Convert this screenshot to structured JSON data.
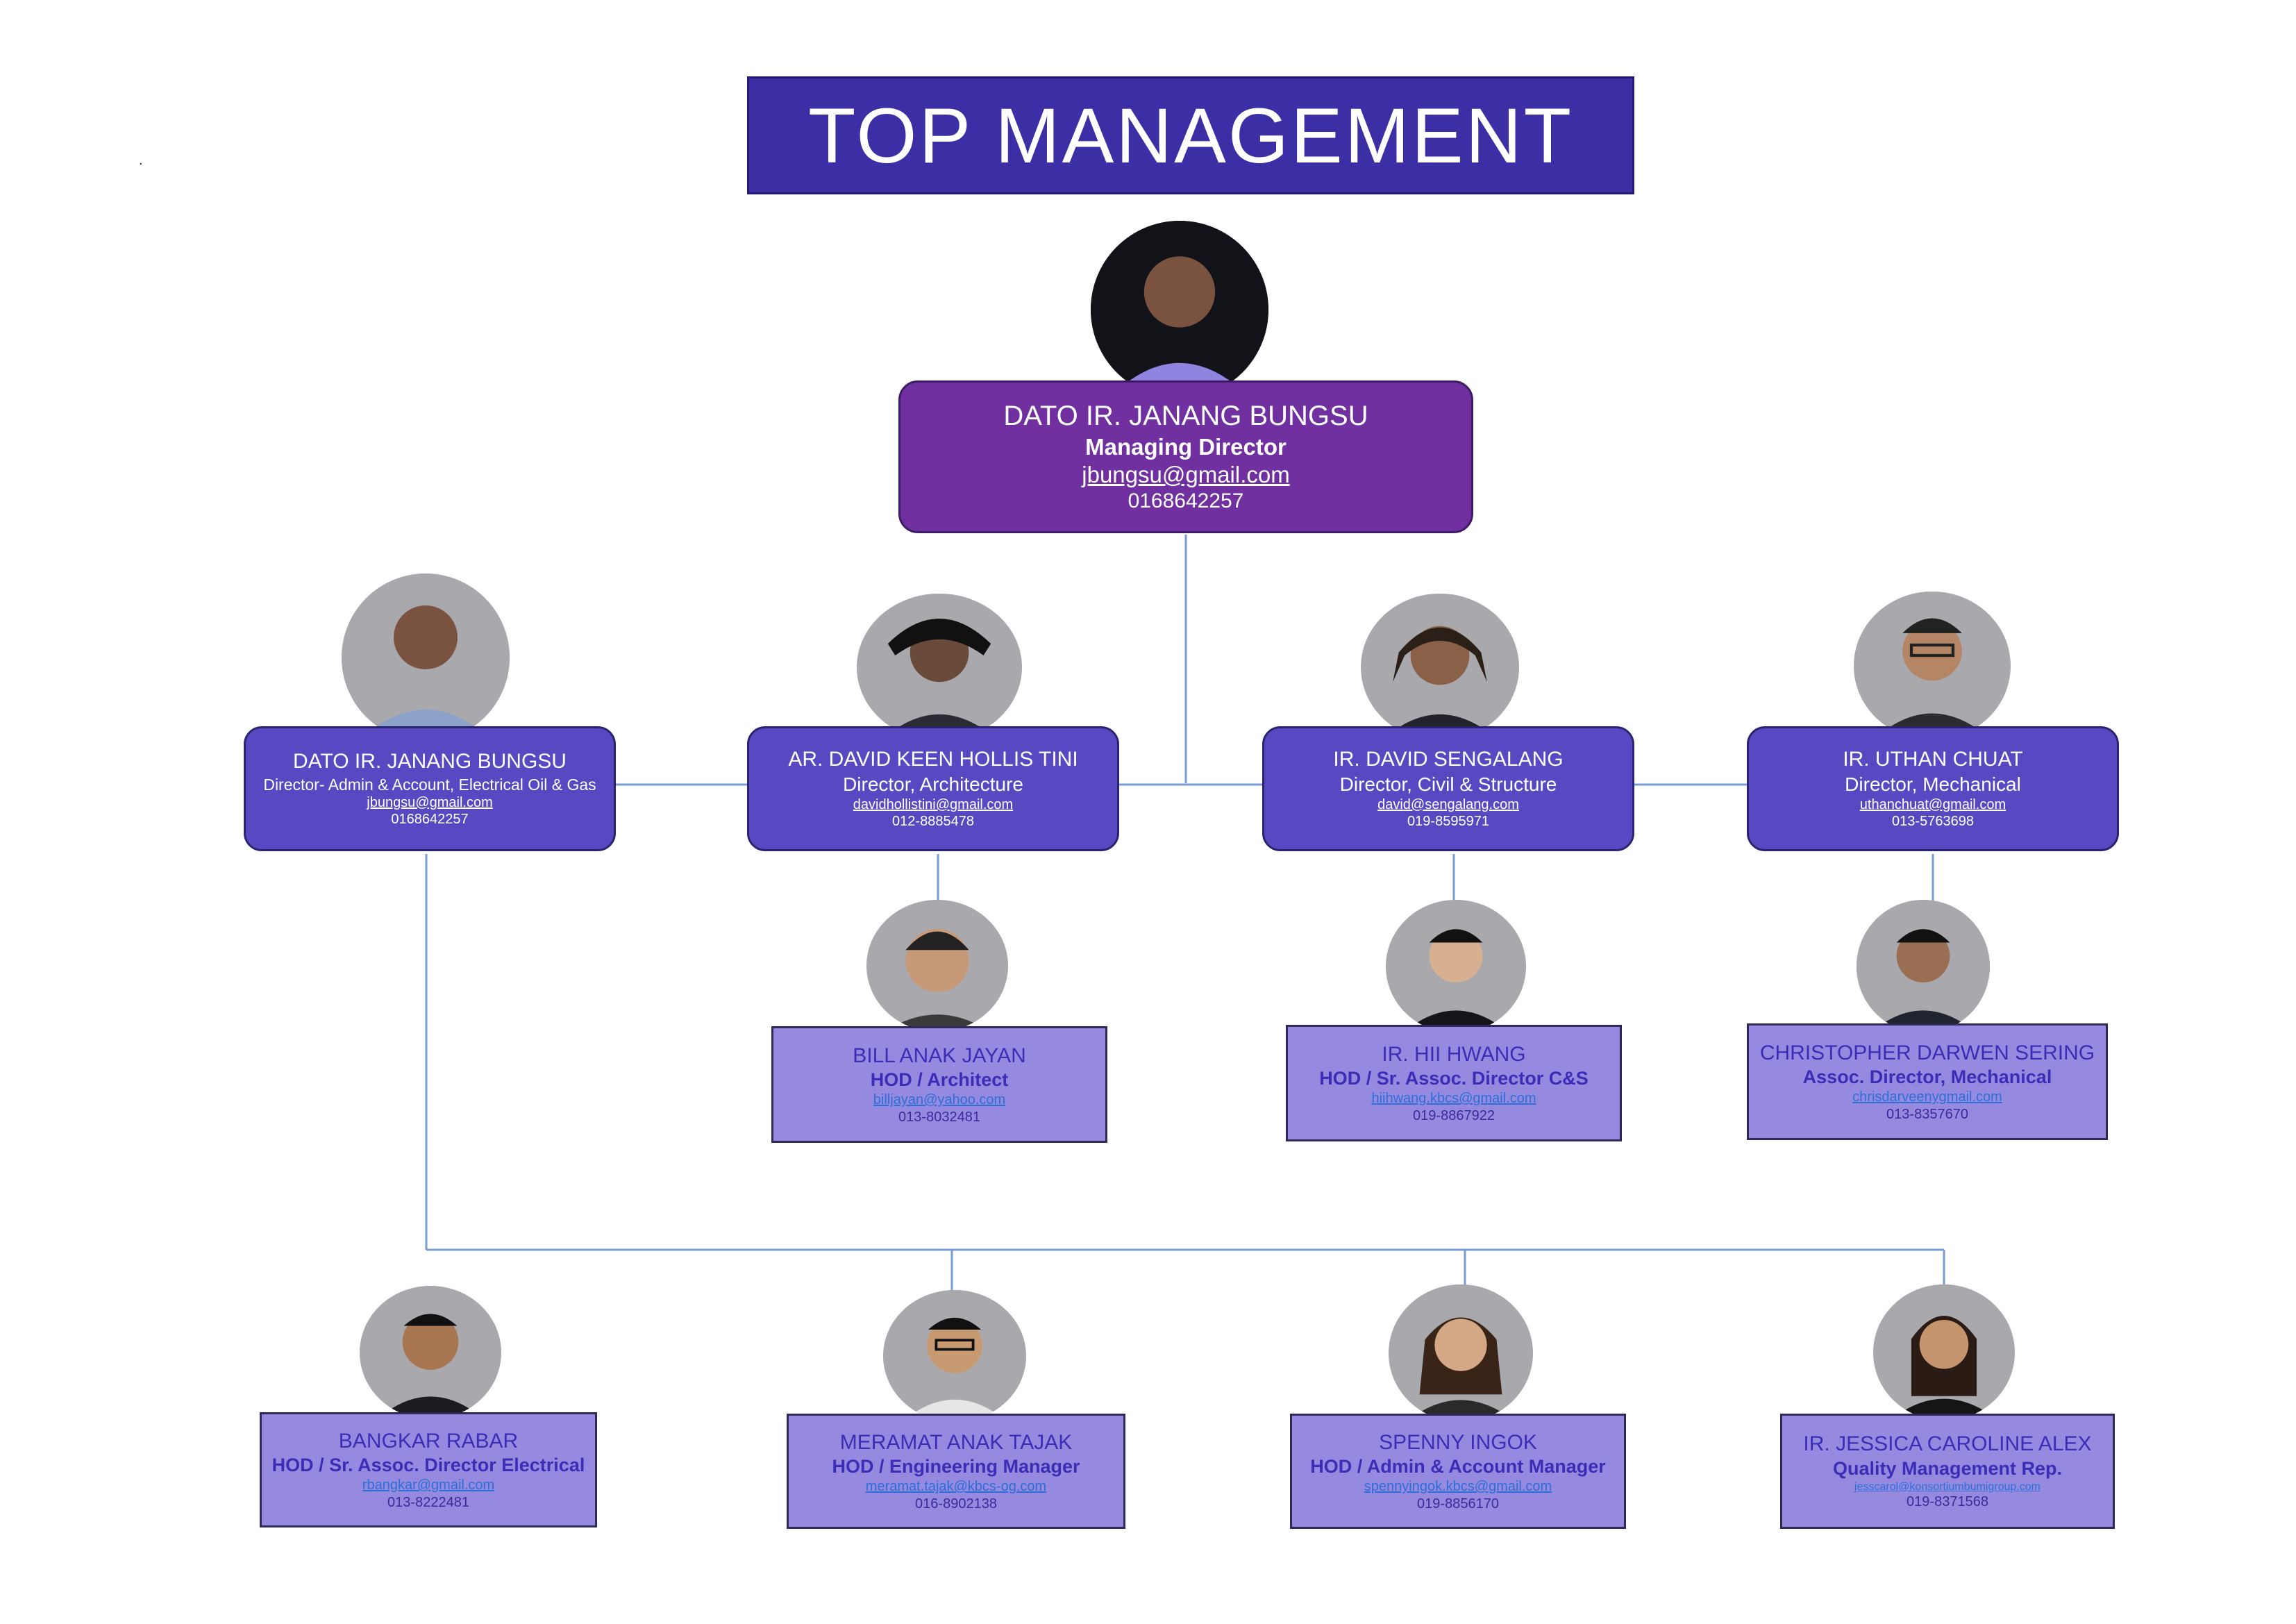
{
  "page": {
    "title": "TOP MANAGEMENT",
    "dot": "."
  },
  "managing_director": {
    "name": "DATO IR. JANANG BUNGSU",
    "title": "Managing Director",
    "email": "jbungsu@gmail.com",
    "phone": "0168642257"
  },
  "directors": [
    {
      "name": "DATO IR. JANANG BUNGSU",
      "title": "Director- Admin & Account, Electrical Oil & Gas",
      "email": "jbungsu@gmail.com",
      "phone": "0168642257"
    },
    {
      "name": "AR. DAVID KEEN HOLLIS TINI",
      "title": "Director, Architecture",
      "email": "davidhollistini@gmail.com",
      "phone": "012-8885478"
    },
    {
      "name": "IR. DAVID SENGALANG",
      "title": "Director, Civil & Structure",
      "email": "david@sengalang.com",
      "phone": "019-8595971"
    },
    {
      "name": "IR. UTHAN CHUAT",
      "title": "Director, Mechanical",
      "email": "uthanchuat@gmail.com",
      "phone": "013-5763698"
    }
  ],
  "heads_row1": [
    {
      "name": "BILL ANAK JAYAN",
      "title": "HOD / Architect",
      "email": "billjayan@yahoo.com",
      "phone": "013-8032481"
    },
    {
      "name": "IR. HII HWANG",
      "title": "HOD / Sr. Assoc. Director C&S",
      "email": "hiihwang.kbcs@gmail.com",
      "phone": "019-8867922"
    },
    {
      "name": "CHRISTOPHER DARWEN SERING",
      "title": "Assoc. Director, Mechanical",
      "email": "chrisdarveenygmail.com",
      "phone": "013-8357670"
    }
  ],
  "heads_row2": [
    {
      "name": "BANGKAR RABAR",
      "title": "HOD / Sr. Assoc. Director Electrical",
      "email": "rbangkar@gmail.com",
      "phone": "013-8222481"
    },
    {
      "name": "MERAMAT ANAK TAJAK",
      "title": "HOD / Engineering Manager",
      "email": "meramat.tajak@kbcs-og.com",
      "phone": "016-8902138"
    },
    {
      "name": "SPENNY INGOK",
      "title": "HOD / Admin & Account Manager",
      "email": "spennyingok.kbcs@gmail.com",
      "phone": "019-8856170"
    },
    {
      "name": "IR. JESSICA CAROLINE ALEX",
      "title": "Quality Management Rep.",
      "email": "jesscarol@konsortiumbumigroup.com",
      "phone": "019-8371568"
    }
  ],
  "colors": {
    "banner": "#3c2fa6",
    "managing_director_card": "#7030a0",
    "director_card": "#5848c2",
    "hod_card": "#958ae0",
    "connector": "#7a9cd0"
  },
  "icons": {
    "portrait": "person-photo-icon"
  }
}
